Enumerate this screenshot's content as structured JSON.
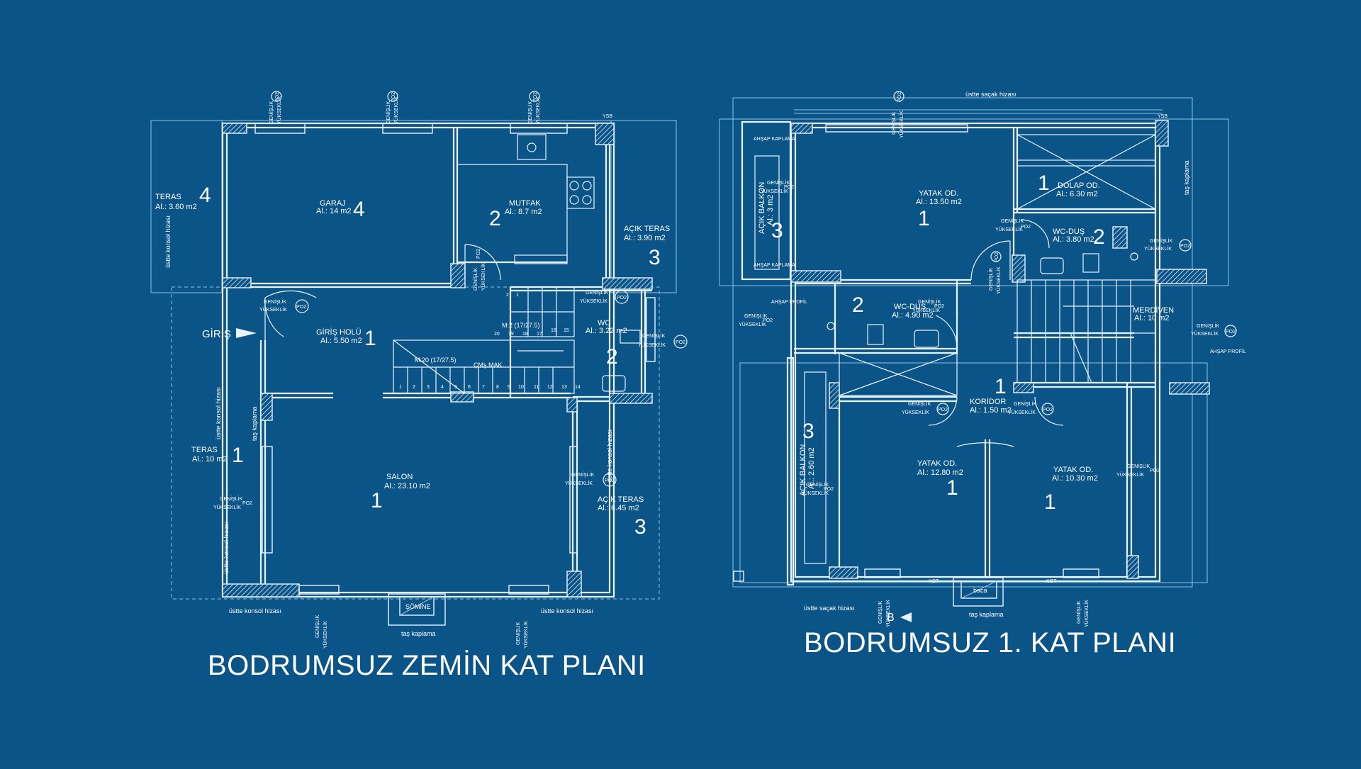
{
  "plans": [
    {
      "title": "BODRUMSUZ ZEMİN KAT PLANI",
      "rooms": [
        {
          "name": "TERAS",
          "area": "Al.: 3.60 m2",
          "num": "4"
        },
        {
          "name": "GARAJ",
          "area": "Al.: 14 m2",
          "num": "4"
        },
        {
          "name": "MUTFAK",
          "area": "Al.: 8.7 m2",
          "num": "2"
        },
        {
          "name": "AÇIK TERAS",
          "area": "Al.: 3.90 m2",
          "num": "3"
        },
        {
          "name": "GİRİŞ HOLÜ",
          "area": "Al.: 5.50 m2",
          "num": "1"
        },
        {
          "name": "WC",
          "area": "Al.: 3.22 m2",
          "num": "2"
        },
        {
          "name": "TERAS",
          "area": "Al.: 10 m2",
          "num": "1"
        },
        {
          "name": "SALON",
          "area": "Al.: 23.10 m2",
          "num": "1"
        },
        {
          "name": "AÇIK TERAS",
          "area": "Al.: 6.45 m2",
          "num": "3"
        }
      ],
      "labels": {
        "entry": "GİRİŞ",
        "fireplace": "ŞÖMİNE",
        "stone": "taş kaplama",
        "console_edge": "üstte konsol hizası",
        "laundry": "ÇMş.MAK.",
        "stair1": "M:2 (17/27.5)",
        "stair2": "M:20 (17/27.5)",
        "window_w": "GENİŞLİK",
        "window_h": "YÜKSEKLİK",
        "window_code": "PO2",
        "ysb": "YSB"
      },
      "stair_steps_upper": [
        "20",
        "19",
        "18",
        "17",
        "16",
        "15"
      ],
      "stair_steps_upper_top": [
        "2",
        "1"
      ],
      "stair_steps_lower": [
        "1",
        "2",
        "3",
        "4",
        "5",
        "6",
        "7",
        "8",
        "9",
        "10",
        "11",
        "12",
        "13",
        "14"
      ]
    },
    {
      "title": "BODRUMSUZ 1. KAT PLANI",
      "rooms": [
        {
          "name": "YATAK OD.",
          "area": "Al.: 13.50 m2",
          "num": "1"
        },
        {
          "name": "DOLAP OD.",
          "area": "Al.: 6.30 m2",
          "num": "1"
        },
        {
          "name": "AÇIK BALKON",
          "area": "Al.: 3 m2",
          "num": "3"
        },
        {
          "name": "WC-DUŞ",
          "area": "Al.: 3.80 m2",
          "num": "2"
        },
        {
          "name": "WC-DUŞ",
          "area": "Al.: 4.90 m2",
          "num": "2"
        },
        {
          "name": "MERDİVEN",
          "area": "Al.: 10 m2",
          "num": ""
        },
        {
          "name": "KORİDOR",
          "area": "Al.: 1.50 m2",
          "num": "1"
        },
        {
          "name": "AÇIK BALKON",
          "area": "Al.: 2.60 m2",
          "num": "3"
        },
        {
          "name": "YATAK OD.",
          "area": "Al.: 12.80 m2",
          "num": "1"
        },
        {
          "name": "YATAK OD.",
          "area": "Al.: 10.30 m2",
          "num": "1"
        }
      ],
      "labels": {
        "eave_top": "üstte saçak hizası",
        "eave_bottom": "üstte saçak hizası",
        "stone": "taş kaplama",
        "chimney": "baca",
        "section": "B",
        "roof_cladding": "taş kaplama",
        "wood_cladding": "AHŞAP KAPLAMA",
        "wood_profile": "AHŞAP PROFİL",
        "window_w": "GENİŞLİK",
        "window_h": "YÜKSEKLİK",
        "window_code": "PO2",
        "ysb": "YSB",
        "kot": "KOT"
      }
    }
  ],
  "colors": {
    "background": "#0a5488",
    "line": "#eaf4ff",
    "thin": "#8fc0ec"
  }
}
